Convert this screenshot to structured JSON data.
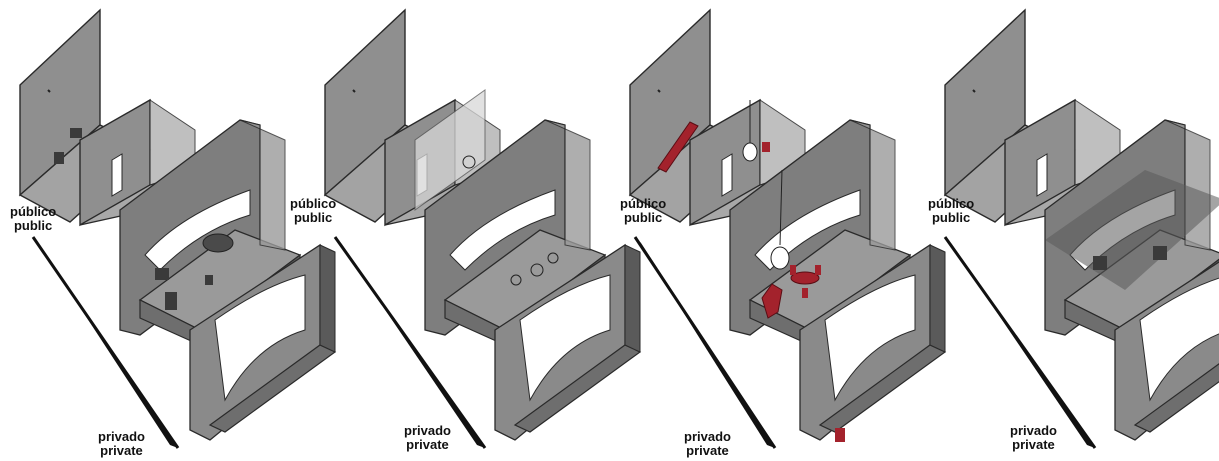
{
  "colors": {
    "panel": "#8f8f8f",
    "panel_dark": "#6e6e6e",
    "panel_light": "#b5b5b5",
    "wall_white": "#ffffff",
    "outline": "#2a2a2a",
    "accent_red": "#a3222c",
    "arrow": "#111111"
  },
  "diagrams": [
    {
      "id": "d1",
      "label_top": {
        "es": "público",
        "en": "public"
      },
      "label_bottom": {
        "es": "privado",
        "en": "private"
      }
    },
    {
      "id": "d2",
      "label_top": {
        "es": "público",
        "en": "public"
      },
      "label_bottom": {
        "es": "privado",
        "en": "private"
      }
    },
    {
      "id": "d3",
      "label_top": {
        "es": "público",
        "en": "public"
      },
      "label_bottom": {
        "es": "privado",
        "en": "private"
      }
    },
    {
      "id": "d4",
      "label_top": {
        "es": "público",
        "en": "public"
      },
      "label_bottom": {
        "es": "privado",
        "en": "private"
      }
    }
  ]
}
